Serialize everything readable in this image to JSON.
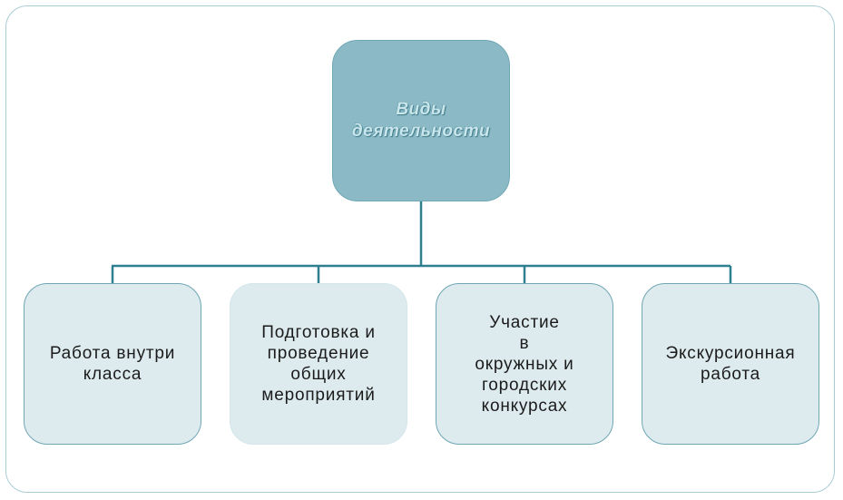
{
  "diagram": {
    "root": {
      "label": "Виды\nдеятельности"
    },
    "children": [
      {
        "label": "Работа внутри\nкласса"
      },
      {
        "label": "Подготовка и\nпроведение\nобщих\nмероприятий"
      },
      {
        "label": "Участие\nв\nокружных и\nгородских\nконкурсах"
      },
      {
        "label": "Экскурсионная\nработа"
      }
    ],
    "colors": {
      "root_fill": "#8bbac6",
      "child_fill": "#ddebef",
      "connector": "#2e7f8f",
      "border": "#6fa6b3"
    }
  }
}
